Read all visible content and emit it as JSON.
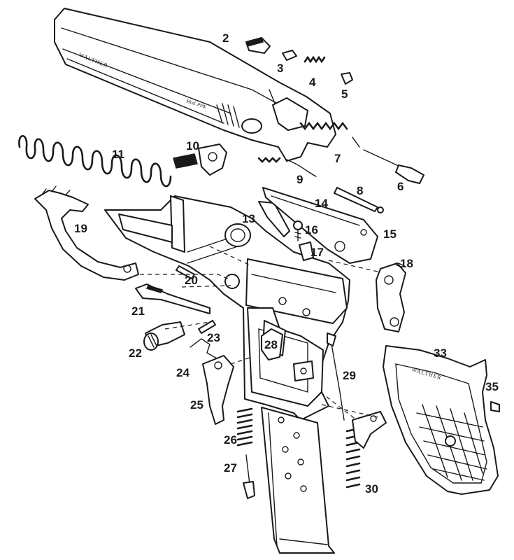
{
  "slide_engraving": "WALTHER",
  "slide_model": "Mod. PPK",
  "grip_engraving": "WALTHER",
  "part_labels": [
    "2",
    "3",
    "4",
    "5",
    "6",
    "7",
    "8",
    "9",
    "10",
    "11",
    "13",
    "14",
    "15",
    "16",
    "17",
    "18",
    "19",
    "20",
    "21",
    "22",
    "23",
    "24",
    "25",
    "26",
    "27",
    "28",
    "29",
    "30",
    "33",
    "35"
  ]
}
